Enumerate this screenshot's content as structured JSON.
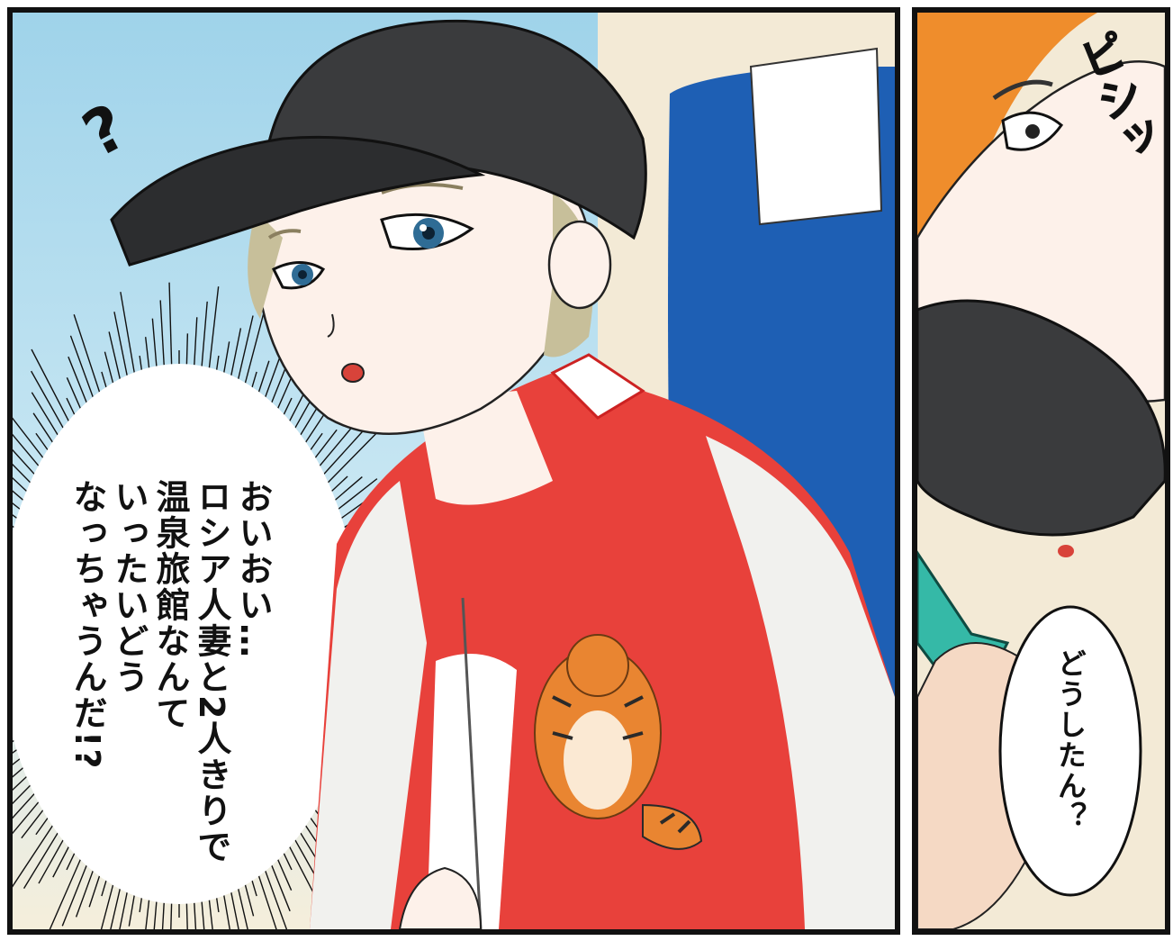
{
  "panels": {
    "left": {
      "sfx_question": "?",
      "thought_text": "おいおい…\nロシア人妻と2人きりで\n温泉旅館なんて\nいったいどう\nなっちゃうんだ!?"
    },
    "right": {
      "sfx": "ピシッ",
      "bubble_text": "どうしたん？"
    }
  },
  "colors": {
    "sky": "#9fd3ea",
    "cap": "#3a3b3d",
    "jacket_red": "#e8413b",
    "sleeve_white": "#f1f1ee",
    "seat_blue": "#1e5fb4",
    "hair_blond": "#c7bf9a",
    "hair_orange": "#ef8d2c",
    "skin": "#fdf1ea",
    "phone_teal": "#35b9a7",
    "tiger_orange": "#e98531"
  },
  "icons": [
    "tiger-embroidery-icon"
  ]
}
